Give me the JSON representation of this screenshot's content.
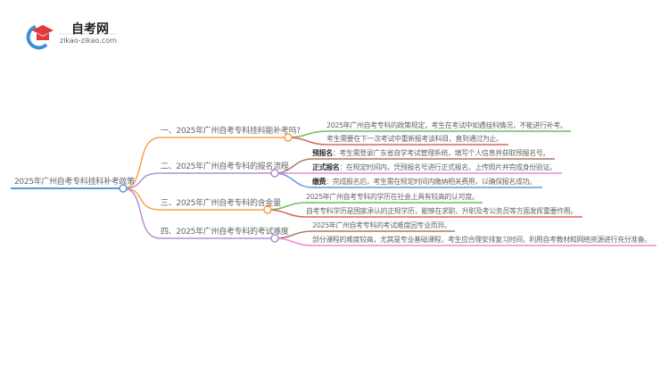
{
  "logo": {
    "name": "自考网",
    "url": "zikao-zikao.com"
  },
  "root": {
    "label": "2025年广州自考专科挂科补考政策",
    "color": "#5b9bd5"
  },
  "branches": [
    {
      "label": "一、2025年广州自考专科挂科能补考吗?",
      "color": "#f7a04b",
      "leaves": [
        {
          "text": "2025年广州自考专科的政策规定，考生在考试中如遇挂科情况，不能进行补考。",
          "color": "#6cbf5a"
        },
        {
          "text": "考生需要在下一次考试中重新报考该科目，直到通过为止。",
          "color": "#e06060"
        }
      ]
    },
    {
      "label": "二、2025年广州自考专科的报名流程",
      "color": "#b48fd6",
      "leaves": [
        {
          "bold": "预报名",
          "text": "：考生需登录广东省自学考试管理系统，填写个人信息并获取预报名号。",
          "color": "#a57a6a"
        },
        {
          "bold": "正式报名",
          "text": "：在规定时间内，凭预报名号进行正式报名，上传照片并完成身份验证。",
          "color": "#e98bd3"
        },
        {
          "bold": "缴费",
          "text": "：完成报名后，考生需在规定时间内缴纳相关费用，以确保报名成功。",
          "color": "#5b9bd5"
        }
      ]
    },
    {
      "label": "三、2025年广州自考专科的含金量",
      "color": "#f7a04b",
      "leaves": [
        {
          "text": "2025年广州自考专科的学历在社会上具有较高的认可度。",
          "color": "#6cbf5a"
        },
        {
          "text": "自考专科学历是国家承认的正规学历，能够在求职、升职及考公务员等方面发挥重要作用。",
          "color": "#e06060"
        }
      ]
    },
    {
      "label": "四、2025年广州自考专科的考试难度",
      "color": "#b48fd6",
      "leaves": [
        {
          "text": "2025年广州自考专科的考试难度因专业而异。",
          "color": "#a57a6a"
        },
        {
          "text": "部分课程的难度较高，尤其是专业基础课程，考生应合理安排复习时间，利用自考教材和网络资源进行充分准备。",
          "color": "#e98bd3"
        }
      ]
    }
  ]
}
